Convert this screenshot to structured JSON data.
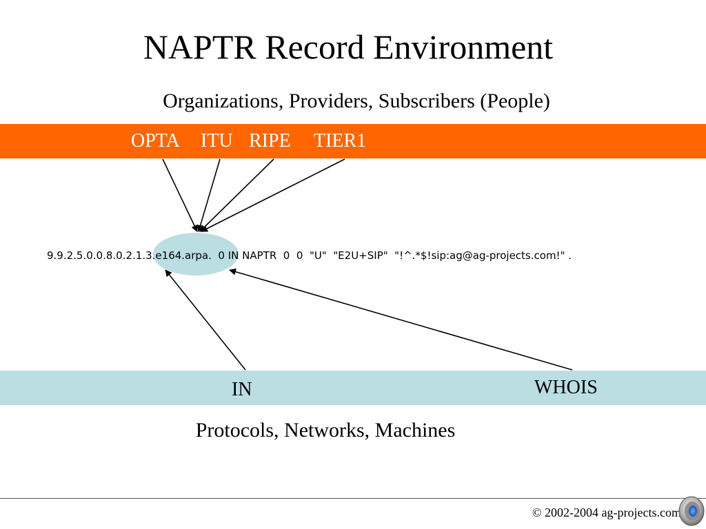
{
  "title": "NAPTR Record Environment",
  "subtitle": "Organizations, Providers, Subscribers (People)",
  "organizations": [
    {
      "label": "OPTA"
    },
    {
      "label": "ITU"
    },
    {
      "label": "RIPE"
    },
    {
      "label": "TIER1"
    }
  ],
  "record": "9.9.2.5.0.0.8.0.2.1.3.e164.arpa.  0 IN NAPTR  0  0  \"U\"  \"E2U+SIP\"  \"!^.*$!sip:ag@ag-projects.com!\" .",
  "protocols": [
    {
      "label": "IN"
    },
    {
      "label": "WHOIS"
    }
  ],
  "bottom_caption": "Protocols, Networks, Machines",
  "copyright": "© 2002-2004 ag-projects.com",
  "icons": {
    "speaker": "speaker-icon"
  },
  "colors": {
    "top_band": "#ff6600",
    "bottom_band": "#bbdee2",
    "highlight": "#bbdee2",
    "arrow": "#000000"
  }
}
